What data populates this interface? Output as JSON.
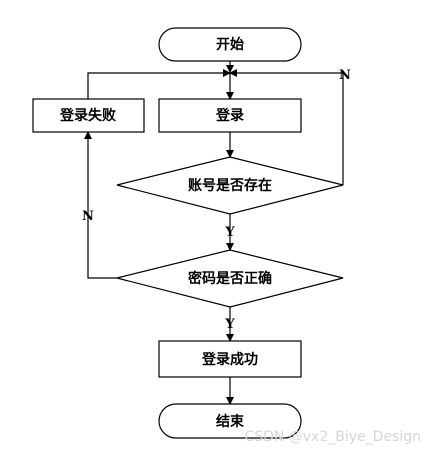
{
  "flowchart": {
    "start": "开始",
    "login": "登录",
    "check_account": "账号是否存在",
    "check_password": "密码是否正确",
    "login_fail": "登录失败",
    "login_success": "登录成功",
    "end": "结束",
    "edge_labels": {
      "account_no": "N",
      "account_yes": "Y",
      "password_no": "N",
      "password_yes": "Y"
    }
  },
  "watermark": "CSDN @vx2_Biye_Design"
}
